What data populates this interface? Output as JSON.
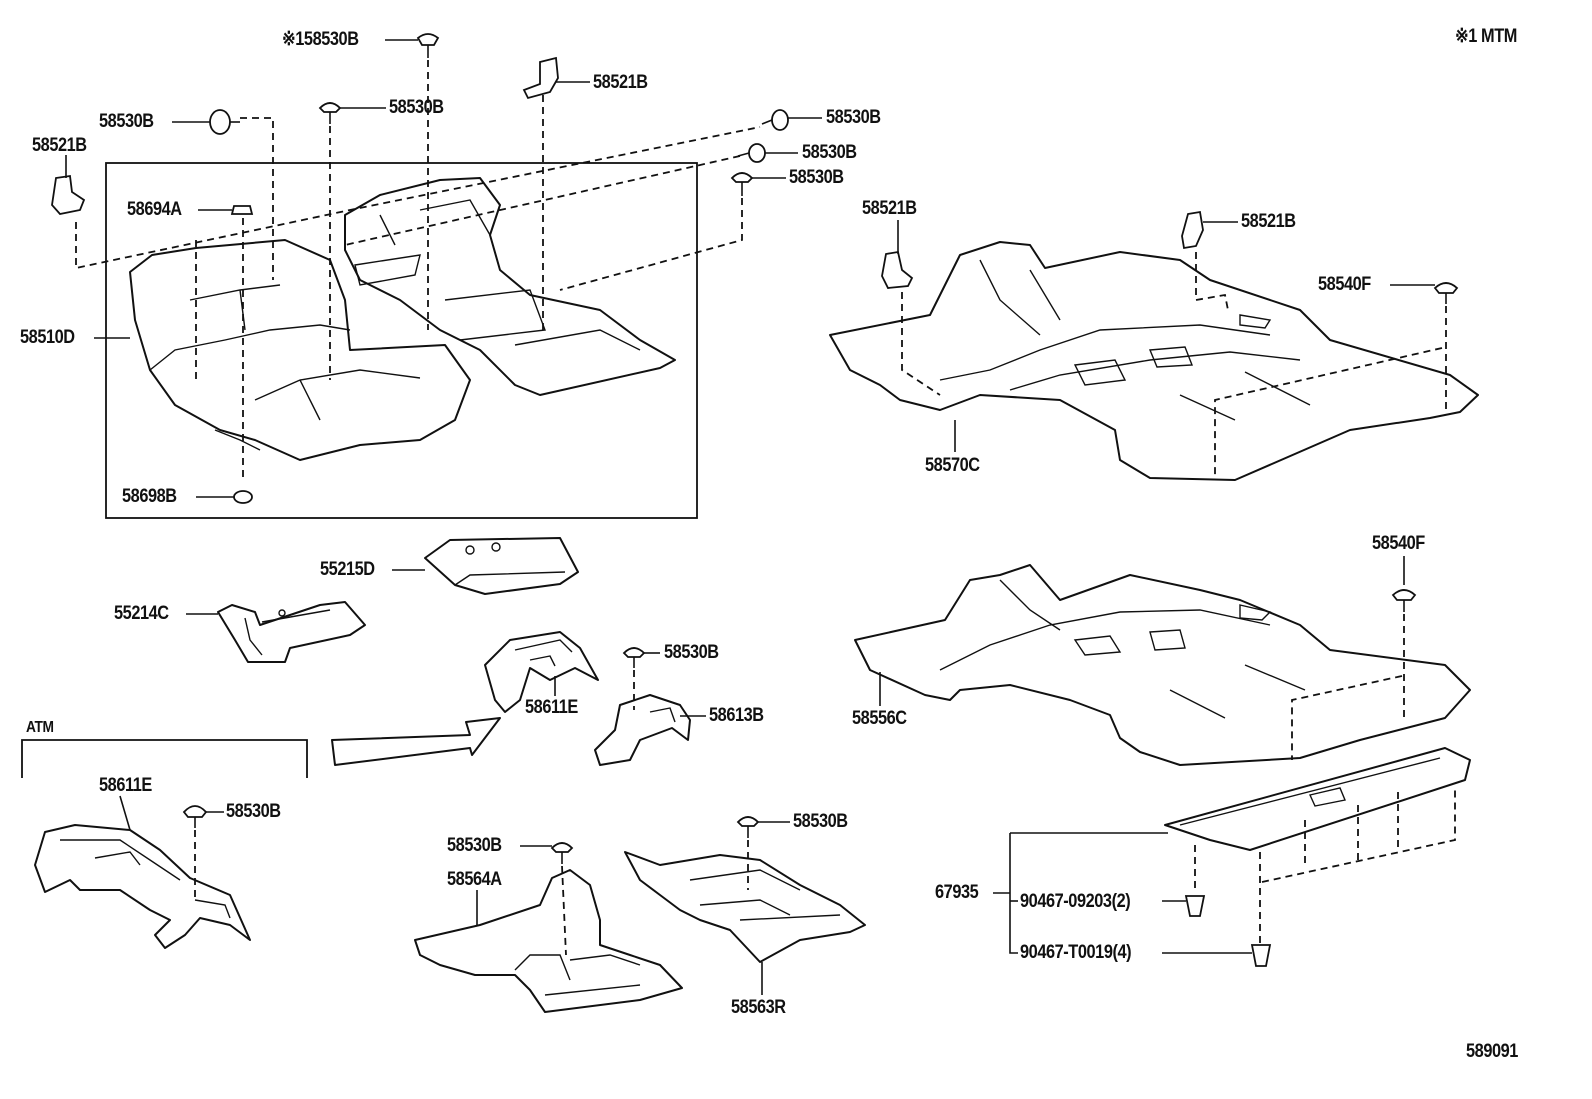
{
  "diagram": {
    "note": "※1 MTM",
    "figure_number": "589091",
    "group_label": "ATM",
    "callouts": {
      "c_58530B_top": "※158530B",
      "c_58530B_a": "58530B",
      "c_58530B_b": "58530B",
      "c_58521B_left": "58521B",
      "c_58521B_top": "58521B",
      "c_58530B_r1": "58530B",
      "c_58530B_r2": "58530B",
      "c_58530B_r3": "58530B",
      "c_58694A": "58694A",
      "c_58510D": "58510D",
      "c_58698B": "58698B",
      "c_58521B_r1": "58521B",
      "c_58521B_r2": "58521B",
      "c_58540F_1": "58540F",
      "c_58570C": "58570C",
      "c_55215D": "55215D",
      "c_55214C": "55214C",
      "c_58540F_2": "58540F",
      "c_58530B_m": "58530B",
      "c_58611E_m": "58611E",
      "c_58613B": "58613B",
      "c_58556C": "58556C",
      "c_58611E_atm": "58611E",
      "c_58530B_atm": "58530B",
      "c_58530B_b1": "58530B",
      "c_58564A": "58564A",
      "c_58530B_b2": "58530B",
      "c_58563R": "58563R",
      "c_67935": "67935",
      "c_90467_09203": "90467-09203(2)",
      "c_90467_T0019": "90467-T0019(4)"
    }
  }
}
